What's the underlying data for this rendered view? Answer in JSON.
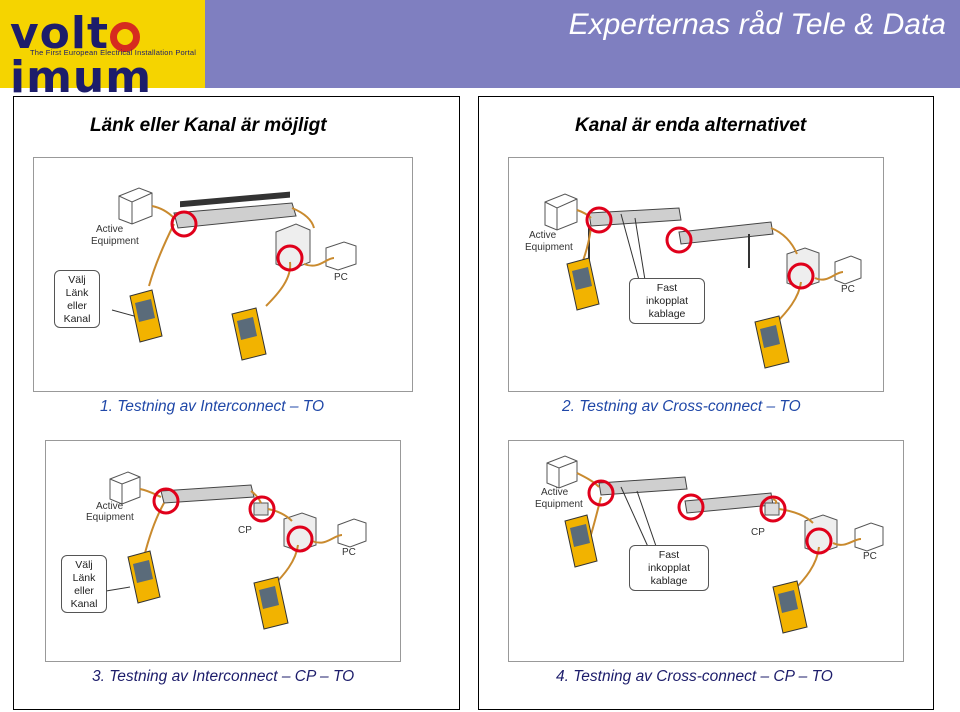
{
  "header": {
    "brand": "voltimum",
    "tagline": "The First European Electrical Installation Portal",
    "title": "Experternas råd Tele & Data",
    "colors": {
      "bar": "#7f7fc0",
      "logo_bg": "#f5d400",
      "logo_text": "#1d1d6b",
      "logo_ring": "#d62b1f"
    }
  },
  "panels": {
    "left_heading": "Länk eller Kanal är möjligt",
    "right_heading": "Kanal är enda alternativet"
  },
  "labels": {
    "active_equipment": [
      "Active",
      "Equipment"
    ],
    "pc": "PC",
    "cp": "CP",
    "choose_link_or_channel": [
      "Välj",
      "Länk",
      "eller",
      "Kanal"
    ],
    "fixed_cabling": [
      "Fast",
      "inkopplat",
      "kablage"
    ]
  },
  "diagrams": [
    {
      "caption": "1. Testning av Interconnect – TO"
    },
    {
      "caption": "2. Testning av Cross-connect – TO"
    },
    {
      "caption": "3. Testning av Interconnect – CP – TO"
    },
    {
      "caption": "4. Testning av Cross-connect – CP – TO"
    }
  ],
  "colors": {
    "caption": "#2048a8",
    "marker": "#e0001b",
    "cable": "#c98a2e",
    "tester": "#f2b300"
  }
}
